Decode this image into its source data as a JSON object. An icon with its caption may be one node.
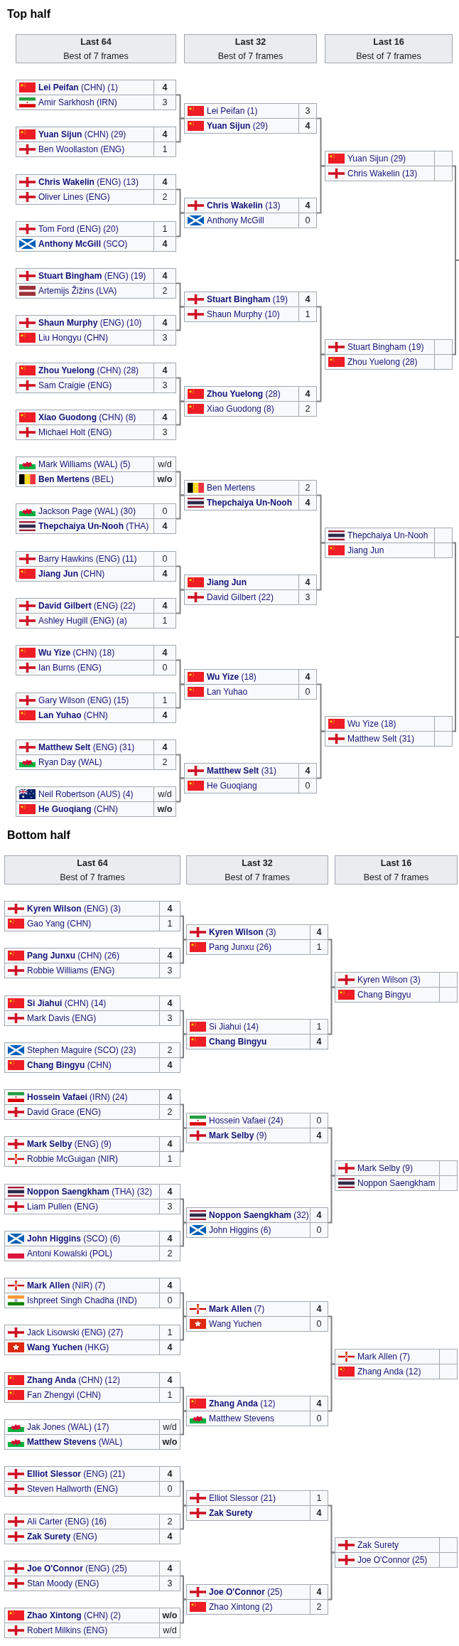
{
  "diagram": {
    "nodes": [
      {
        "text": [
          "Last 64",
          "Best of 7 frames"
        ]
      },
      {
        "text": [
          "Last 32",
          "Best of 7 frames"
        ]
      },
      {
        "text": [
          "Last 16",
          "Best of 7 frames"
        ]
      },
      {
        "text": [
          "**Lei Peifan** (CHN) (1)",
          "4",
          "Amir Sarkhosh (IRN)",
          "3"
        ]
      },
      {
        "text": [
          "**Yuan Sijun** (CHN) (29)",
          "4",
          "Ben Woollaston (ENG)",
          "1"
        ]
      },
      {
        "text": [
          "**Chris Wakelin** (ENG) (13)",
          "4",
          "Oliver Lines (ENG)",
          "2"
        ]
      },
      {
        "text": [
          "Tom Ford (ENG) (20)",
          "1",
          "**Anthony McGill** (SCO)",
          "4"
        ]
      },
      {
        "text": [
          "**Stuart Bingham** (ENG) (19)",
          "4",
          "Artemijs Žižins (LVA)",
          "2"
        ]
      },
      {
        "text": [
          "**Shaun Murphy** (ENG) (10)",
          "4",
          "Liu Hongyu (CHN)",
          "3"
        ]
      },
      {
        "text": [
          "**Zhou Yuelong** (CHN) (28)",
          "4",
          "Sam Craigie (ENG)",
          "3"
        ]
      },
      {
        "text": [
          "**Xiao Guodong** (CHN) (8)",
          "4",
          "Michael Holt (ENG)",
          "3"
        ]
      },
      {
        "text": [
          "Mark Williams (WAL) (5)",
          "w/d",
          "**Ben Mertens** (BEL)",
          "w/o"
        ]
      },
      {
        "text": [
          "Jackson Page (WAL) (30)",
          "0",
          "**Thepchaiya Un-Nooh** (THA)",
          "4"
        ]
      },
      {
        "text": [
          "Barry Hawkins (ENG) (11)",
          "0",
          "**Jiang Jun** (CHN)",
          "4"
        ]
      },
      {
        "text": [
          "**David Gilbert** (ENG) (22)",
          "4",
          "Ashley Hugill (ENG) (a)",
          "1"
        ]
      },
      {
        "text": [
          "**Wu Yize** (CHN) (18)",
          "4",
          "Ian Burns (ENG)",
          "0"
        ]
      },
      {
        "text": [
          "Gary Wilson (ENG) (15)",
          "1",
          "**Lan Yuhao** (CHN)",
          "4"
        ]
      },
      {
        "text": [
          "**Matthew Selt** (ENG) (31)",
          "4",
          "Ryan Day (WAL)",
          "2"
        ]
      },
      {
        "text": [
          "Neil Robertson (AUS) (4)",
          "w/d",
          "**He Guoqiang** (CHN)",
          "w/o"
        ]
      },
      {
        "text": [
          "Lei Peifan (1)",
          "3",
          "**Yuan Sijun** (29)",
          "4"
        ]
      },
      {
        "text": [
          "**Chris Wakelin** (13)",
          "4",
          "Anthony McGill",
          "0"
        ]
      },
      {
        "text": [
          "**Stuart Bingham** (19)",
          "4",
          "Shaun Murphy (10)",
          "1"
        ]
      },
      {
        "text": [
          "**Zhou Yuelong** (28)",
          "4",
          "Xiao Guodong (8)",
          "2"
        ]
      },
      {
        "text": [
          "Ben Mertens",
          "2",
          "**Thepchaiya Un-Nooh**",
          "4"
        ]
      },
      {
        "text": [
          "**Jiang Jun**",
          "4",
          "David Gilbert (22)",
          "3"
        ]
      },
      {
        "text": [
          "**Wu Yize** (18)",
          "4",
          "Lan Yuhao",
          "0"
        ]
      },
      {
        "text": [
          "**Matthew Selt** (31)",
          "4",
          "He Guoqiang",
          "0"
        ]
      },
      {
        "text": [
          "Yuan Sijun (29)",
          "Chris Wakelin (13)"
        ]
      },
      {
        "text": [
          "Stuart Bingham (19)",
          "Zhou Yuelong (28)"
        ]
      },
      {
        "text": [
          "Thepchaiya Un-Nooh",
          "Jiang Jun"
        ]
      },
      {
        "text": [
          "Wu Yize (18)",
          "Matthew Selt (31)"
        ]
      },
      {
        "text": [
          "Last 64",
          "Best of 7 frames"
        ]
      },
      {
        "text": [
          "Last 32",
          "Best of 7 frames"
        ]
      },
      {
        "text": [
          "Last 16",
          "Best of 7 frames"
        ]
      },
      {
        "text": [
          "**Kyren Wilson** (ENG) (3)",
          "4",
          "Gao Yang (CHN)",
          "1"
        ]
      },
      {
        "text": [
          "**Pang Junxu** (CHN) (26)",
          "4",
          "Robbie Williams (ENG)",
          "3"
        ]
      },
      {
        "text": [
          "**Si Jiahui** (CHN) (14)",
          "4",
          "Mark Davis (ENG)",
          "3"
        ]
      },
      {
        "text": [
          "Stephen Maguire (SCO) (23)",
          "2",
          "**Chang Bingyu** (CHN)",
          "4"
        ]
      },
      {
        "text": [
          "**Hossein Vafaei** (IRN) (24)",
          "4",
          "David Grace (ENG)",
          "2"
        ]
      },
      {
        "text": [
          "**Mark Selby** (ENG) (9)",
          "4",
          "Robbie McGuigan (NIR)",
          "1"
        ]
      },
      {
        "text": [
          "**Noppon Saengkham** (THA) (32)",
          "4",
          "Liam Pullen (ENG)",
          "3"
        ]
      },
      {
        "text": [
          "**John Higgins** (SCO) (6)",
          "4",
          "Antoni Kowalski (POL)",
          "2"
        ]
      },
      {
        "text": [
          "**Mark Allen** (NIR) (7)",
          "4",
          "Ishpreet Singh Chadha (IND)",
          "0"
        ]
      },
      {
        "text": [
          "Jack Lisowski (ENG) (27)",
          "1",
          "**Wang Yuchen** (HKG)",
          "4"
        ]
      },
      {
        "text": [
          "**Zhang Anda** (CHN) (12)",
          "4",
          "Fan Zhengyi (CHN)",
          "1"
        ]
      },
      {
        "text": [
          "Jak Jones (WAL) (17)",
          "w/d",
          "**Matthew Stevens** (WAL)",
          "w/o"
        ]
      },
      {
        "text": [
          "**Elliot Slessor** (ENG) (21)",
          "4",
          "Steven Hallworth (ENG)",
          "0"
        ]
      },
      {
        "text": [
          "Ali Carter (ENG) (16)",
          "2",
          "**Zak Surety** (ENG)",
          "4"
        ]
      },
      {
        "text": [
          "**Joe O'Connor** (ENG) (25)",
          "4",
          "Stan Moody (ENG)",
          "3"
        ]
      },
      {
        "text": [
          "**Zhao Xintong** (CHN) (2)",
          "w/o",
          "Robert Milkins (ENG)",
          "w/d"
        ]
      },
      {
        "text": [
          "**Kyren Wilson** (3)",
          "4",
          "Pang Junxu (26)",
          "1"
        ]
      },
      {
        "text": [
          "Si Jiahui (14)",
          "1",
          "**Chang Bingyu**",
          "4"
        ]
      },
      {
        "text": [
          "Hossein Vafaei (24)",
          "0",
          "**Mark Selby** (9)",
          "4"
        ]
      },
      {
        "text": [
          "**Noppon Saengkham** (32)",
          "4",
          "John Higgins (6)",
          "0"
        ]
      },
      {
        "text": [
          "**Mark Allen** (7)",
          "4",
          "Wang Yuchen",
          "0"
        ]
      },
      {
        "text": [
          "**Zhang Anda** (12)",
          "4",
          "Matthew Stevens",
          "0"
        ]
      },
      {
        "text": [
          "Elliot Slessor (21)",
          "1",
          "**Zak Surety**",
          "4"
        ]
      },
      {
        "text": [
          "**Joe O'Connor** (25)",
          "4",
          "Zhao Xintong (2)",
          "2"
        ]
      },
      {
        "text": [
          "Kyren Wilson (3)",
          "Chang Bingyu"
        ]
      },
      {
        "text": [
          "Mark Selby (9)",
          "Noppon Saengkham"
        ]
      },
      {
        "text": [
          "Mark Allen (7)",
          "Zhang Anda (12)"
        ]
      },
      {
        "text": [
          "Zak Surety",
          "Joe O'Connor (25)"
        ]
      }
    ],
    "edges": [
      {
        "from": 3,
        "to": 19,
        "arrow": "none"
      },
      {
        "from": 4,
        "to": 19,
        "arrow": "none"
      },
      {
        "from": 5,
        "to": 20,
        "arrow": "none"
      },
      {
        "from": 6,
        "to": 20,
        "arrow": "none"
      },
      {
        "from": 7,
        "to": 21,
        "arrow": "none"
      },
      {
        "from": 8,
        "to": 21,
        "arrow": "none"
      },
      {
        "from": 9,
        "to": 22,
        "arrow": "none"
      },
      {
        "from": 10,
        "to": 22,
        "arrow": "none"
      },
      {
        "from": 11,
        "to": 23,
        "arrow": "none"
      },
      {
        "from": 12,
        "to": 23,
        "arrow": "none"
      },
      {
        "from": 13,
        "to": 24,
        "arrow": "none"
      },
      {
        "from": 14,
        "to": 24,
        "arrow": "none"
      },
      {
        "from": 15,
        "to": 25,
        "arrow": "none"
      },
      {
        "from": 16,
        "to": 25,
        "arrow": "none"
      },
      {
        "from": 17,
        "to": 26,
        "arrow": "none"
      },
      {
        "from": 18,
        "to": 26,
        "arrow": "none"
      },
      {
        "from": 19,
        "to": 27,
        "arrow": "none"
      },
      {
        "from": 20,
        "to": 27,
        "arrow": "none"
      },
      {
        "from": 21,
        "to": 28,
        "arrow": "none"
      },
      {
        "from": 22,
        "to": 28,
        "arrow": "none"
      },
      {
        "from": 23,
        "to": 29,
        "arrow": "none"
      },
      {
        "from": 24,
        "to": 29,
        "arrow": "none"
      },
      {
        "from": 25,
        "to": 30,
        "arrow": "none"
      },
      {
        "from": 26,
        "to": 30,
        "arrow": "none"
      },
      {
        "from": 27,
        "to": null,
        "arrow": "none"
      },
      {
        "from": 28,
        "to": null,
        "arrow": "none"
      },
      {
        "from": 29,
        "to": null,
        "arrow": "none"
      },
      {
        "from": 30,
        "to": null,
        "arrow": "none"
      },
      {
        "from": 34,
        "to": 50,
        "arrow": "none"
      },
      {
        "from": 35,
        "to": 50,
        "arrow": "none"
      },
      {
        "from": 36,
        "to": 51,
        "arrow": "none"
      },
      {
        "from": 37,
        "to": 51,
        "arrow": "none"
      },
      {
        "from": 38,
        "to": 52,
        "arrow": "none"
      },
      {
        "from": 39,
        "to": 52,
        "arrow": "none"
      },
      {
        "from": 40,
        "to": 53,
        "arrow": "none"
      },
      {
        "from": 41,
        "to": 53,
        "arrow": "none"
      },
      {
        "from": 42,
        "to": 54,
        "arrow": "none"
      },
      {
        "from": 43,
        "to": 54,
        "arrow": "none"
      },
      {
        "from": 44,
        "to": 55,
        "arrow": "none"
      },
      {
        "from": 45,
        "to": 55,
        "arrow": "none"
      },
      {
        "from": 46,
        "to": 56,
        "arrow": "none"
      },
      {
        "from": 47,
        "to": 56,
        "arrow": "none"
      },
      {
        "from": 48,
        "to": 57,
        "arrow": "none"
      },
      {
        "from": 49,
        "to": 57,
        "arrow": "none"
      },
      {
        "from": 50,
        "to": 58,
        "arrow": "none"
      },
      {
        "from": 51,
        "to": 58,
        "arrow": "none"
      },
      {
        "from": 52,
        "to": 59,
        "arrow": "none"
      },
      {
        "from": 53,
        "to": 59,
        "arrow": "none"
      },
      {
        "from": 54,
        "to": 60,
        "arrow": "none"
      },
      {
        "from": 55,
        "to": 60,
        "arrow": "none"
      },
      {
        "from": 56,
        "to": 61,
        "arrow": "none"
      },
      {
        "from": 57,
        "to": 61,
        "arrow": "none"
      }
    ],
    "labels": [
      "Top half",
      "Bottom half"
    ]
  }
}
